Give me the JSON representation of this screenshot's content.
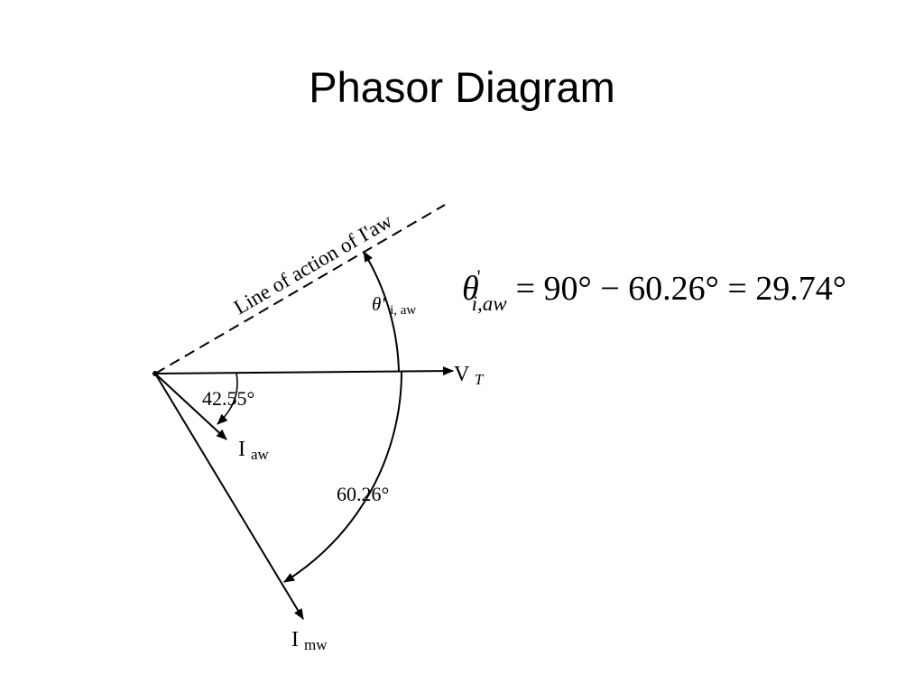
{
  "slide": {
    "title": "Phasor Diagram"
  },
  "diagram": {
    "line_of_action_label": "Line of action of I'aw",
    "theta_label_symbol": "θ'",
    "theta_label_sub": "i, aw",
    "vt_label": "V",
    "vt_sub": "T",
    "iaw_label": "I",
    "iaw_sub": "aw",
    "imw_label": "I",
    "imw_sub": "mw",
    "angle_small_label": "42.55°",
    "angle_large_label": "60.26°",
    "angles_deg": {
      "iaw": 42.55,
      "imw": 60.26,
      "line_of_action": 29.74
    }
  },
  "equation": {
    "lhs_symbol": "θ",
    "lhs_prime": "'",
    "lhs_sub": "i,aw",
    "rhs": "= 90° − 60.26° = 29.74°"
  }
}
